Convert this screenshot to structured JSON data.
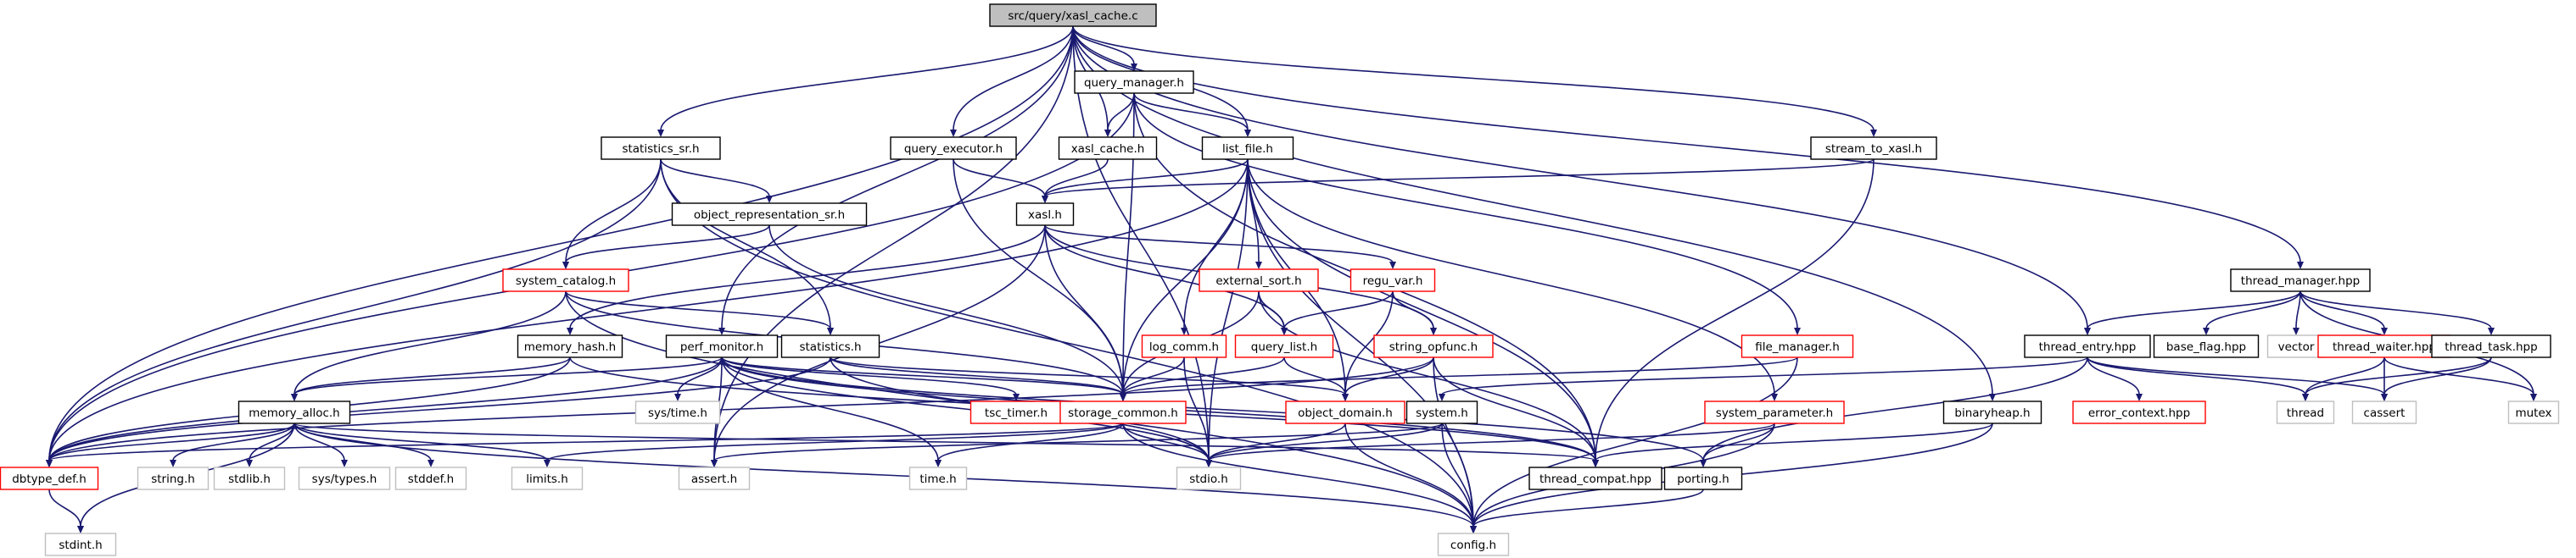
{
  "diagram": {
    "title": "src/query/xasl_cache.c",
    "colors": {
      "edge": "#191970",
      "root_fill": "#bfbfbf",
      "node_fill": "#ffffff",
      "border_default": "#000000",
      "border_incomplete": "#ff0000",
      "border_system": "#bfbfbf",
      "label_system": "#999999"
    },
    "nodes": [
      {
        "id": "xasl_cache_c",
        "label": "src/query/xasl_cache.c",
        "kind": "root"
      },
      {
        "id": "query_manager_h",
        "label": "query_manager.h",
        "kind": "default"
      },
      {
        "id": "statistics_sr_h",
        "label": "statistics_sr.h",
        "kind": "default"
      },
      {
        "id": "query_executor_h",
        "label": "query_executor.h",
        "kind": "default"
      },
      {
        "id": "xasl_cache_h",
        "label": "xasl_cache.h",
        "kind": "default"
      },
      {
        "id": "list_file_h",
        "label": "list_file.h",
        "kind": "default"
      },
      {
        "id": "stream_to_xasl_h",
        "label": "stream_to_xasl.h",
        "kind": "default"
      },
      {
        "id": "object_representation_sr_h",
        "label": "object_representation_sr.h",
        "kind": "default"
      },
      {
        "id": "xasl_h",
        "label": "xasl.h",
        "kind": "default"
      },
      {
        "id": "system_catalog_h",
        "label": "system_catalog.h",
        "kind": "incomplete"
      },
      {
        "id": "external_sort_h",
        "label": "external_sort.h",
        "kind": "incomplete"
      },
      {
        "id": "regu_var_h",
        "label": "regu_var.h",
        "kind": "incomplete"
      },
      {
        "id": "thread_manager_hpp",
        "label": "thread_manager.hpp",
        "kind": "default"
      },
      {
        "id": "memory_hash_h",
        "label": "memory_hash.h",
        "kind": "default"
      },
      {
        "id": "perf_monitor_h",
        "label": "perf_monitor.h",
        "kind": "default"
      },
      {
        "id": "statistics_h",
        "label": "statistics.h",
        "kind": "default"
      },
      {
        "id": "log_comm_h",
        "label": "log_comm.h",
        "kind": "incomplete"
      },
      {
        "id": "query_list_h",
        "label": "query_list.h",
        "kind": "incomplete"
      },
      {
        "id": "string_opfunc_h",
        "label": "string_opfunc.h",
        "kind": "incomplete"
      },
      {
        "id": "file_manager_h",
        "label": "file_manager.h",
        "kind": "incomplete"
      },
      {
        "id": "thread_entry_hpp",
        "label": "thread_entry.hpp",
        "kind": "default"
      },
      {
        "id": "base_flag_hpp",
        "label": "base_flag.hpp",
        "kind": "default"
      },
      {
        "id": "vector",
        "label": "vector",
        "kind": "system"
      },
      {
        "id": "thread_waiter_hpp",
        "label": "thread_waiter.hpp",
        "kind": "incomplete"
      },
      {
        "id": "thread_task_hpp",
        "label": "thread_task.hpp",
        "kind": "default"
      },
      {
        "id": "memory_alloc_h",
        "label": "memory_alloc.h",
        "kind": "default"
      },
      {
        "id": "sys_time_h",
        "label": "sys/time.h",
        "kind": "system"
      },
      {
        "id": "tsc_timer_h",
        "label": "tsc_timer.h",
        "kind": "incomplete"
      },
      {
        "id": "storage_common_h",
        "label": "storage_common.h",
        "kind": "incomplete"
      },
      {
        "id": "object_domain_h",
        "label": "object_domain.h",
        "kind": "incomplete"
      },
      {
        "id": "system_h",
        "label": "system.h",
        "kind": "default"
      },
      {
        "id": "system_parameter_h",
        "label": "system_parameter.h",
        "kind": "incomplete"
      },
      {
        "id": "binaryheap_h",
        "label": "binaryheap.h",
        "kind": "default"
      },
      {
        "id": "error_context_hpp",
        "label": "error_context.hpp",
        "kind": "incomplete"
      },
      {
        "id": "thread",
        "label": "thread",
        "kind": "system"
      },
      {
        "id": "cassert",
        "label": "cassert",
        "kind": "system"
      },
      {
        "id": "mutex",
        "label": "mutex",
        "kind": "system"
      },
      {
        "id": "dbtype_def_h",
        "label": "dbtype_def.h",
        "kind": "incomplete"
      },
      {
        "id": "string_h",
        "label": "string.h",
        "kind": "system"
      },
      {
        "id": "stdlib_h",
        "label": "stdlib.h",
        "kind": "system"
      },
      {
        "id": "sys_types_h",
        "label": "sys/types.h",
        "kind": "system"
      },
      {
        "id": "stddef_h",
        "label": "stddef.h",
        "kind": "system"
      },
      {
        "id": "limits_h",
        "label": "limits.h",
        "kind": "system"
      },
      {
        "id": "assert_h",
        "label": "assert.h",
        "kind": "system"
      },
      {
        "id": "time_h",
        "label": "time.h",
        "kind": "system"
      },
      {
        "id": "stdio_h",
        "label": "stdio.h",
        "kind": "system"
      },
      {
        "id": "thread_compat_hpp",
        "label": "thread_compat.hpp",
        "kind": "default"
      },
      {
        "id": "porting_h",
        "label": "porting.h",
        "kind": "default"
      },
      {
        "id": "stdint_h",
        "label": "stdint.h",
        "kind": "system"
      },
      {
        "id": "config_h",
        "label": "config.h",
        "kind": "system"
      }
    ],
    "edges": [
      [
        "xasl_cache_c",
        "query_manager_h"
      ],
      [
        "xasl_cache_c",
        "statistics_sr_h"
      ],
      [
        "xasl_cache_c",
        "query_executor_h"
      ],
      [
        "xasl_cache_c",
        "xasl_cache_h"
      ],
      [
        "xasl_cache_c",
        "list_file_h"
      ],
      [
        "xasl_cache_c",
        "stream_to_xasl_h"
      ],
      [
        "xasl_cache_c",
        "thread_manager_hpp"
      ],
      [
        "xasl_cache_c",
        "thread_entry_hpp"
      ],
      [
        "xasl_cache_c",
        "binaryheap_h"
      ],
      [
        "xasl_cache_c",
        "perf_monitor_h"
      ],
      [
        "xasl_cache_c",
        "dbtype_def_h"
      ],
      [
        "xasl_cache_c",
        "stdio_h"
      ],
      [
        "xasl_cache_c",
        "assert_h"
      ],
      [
        "query_manager_h",
        "xasl_cache_h"
      ],
      [
        "query_manager_h",
        "list_file_h"
      ],
      [
        "query_manager_h",
        "storage_common_h"
      ],
      [
        "query_manager_h",
        "thread_compat_hpp"
      ],
      [
        "query_manager_h",
        "file_manager_h"
      ],
      [
        "query_manager_h",
        "dbtype_def_h"
      ],
      [
        "statistics_sr_h",
        "object_representation_sr_h"
      ],
      [
        "statistics_sr_h",
        "system_catalog_h"
      ],
      [
        "statistics_sr_h",
        "statistics_h"
      ],
      [
        "statistics_sr_h",
        "dbtype_def_h"
      ],
      [
        "statistics_sr_h",
        "config_h"
      ],
      [
        "query_executor_h",
        "xasl_h"
      ],
      [
        "query_executor_h",
        "storage_common_h"
      ],
      [
        "xasl_cache_h",
        "xasl_h"
      ],
      [
        "list_file_h",
        "xasl_h"
      ],
      [
        "list_file_h",
        "external_sort_h"
      ],
      [
        "list_file_h",
        "log_comm_h"
      ],
      [
        "list_file_h",
        "storage_common_h"
      ],
      [
        "list_file_h",
        "object_domain_h"
      ],
      [
        "list_file_h",
        "thread_compat_hpp"
      ],
      [
        "list_file_h",
        "system_parameter_h"
      ],
      [
        "list_file_h",
        "stdio_h"
      ],
      [
        "list_file_h",
        "config_h"
      ],
      [
        "list_file_h",
        "dbtype_def_h"
      ],
      [
        "stream_to_xasl_h",
        "xasl_h"
      ],
      [
        "stream_to_xasl_h",
        "thread_compat_hpp"
      ],
      [
        "object_representation_sr_h",
        "system_catalog_h"
      ],
      [
        "object_representation_sr_h",
        "storage_common_h"
      ],
      [
        "xasl_h",
        "regu_var_h"
      ],
      [
        "xasl_h",
        "memory_hash_h"
      ],
      [
        "xasl_h",
        "query_list_h"
      ],
      [
        "xasl_h",
        "string_opfunc_h"
      ],
      [
        "xasl_h",
        "storage_common_h"
      ],
      [
        "xasl_h",
        "assert_h"
      ],
      [
        "system_catalog_h",
        "statistics_h"
      ],
      [
        "system_catalog_h",
        "memory_alloc_h"
      ],
      [
        "system_catalog_h",
        "storage_common_h"
      ],
      [
        "system_catalog_h",
        "config_h"
      ],
      [
        "external_sort_h",
        "query_list_h"
      ],
      [
        "external_sort_h",
        "storage_common_h"
      ],
      [
        "external_sort_h",
        "thread_compat_hpp"
      ],
      [
        "regu_var_h",
        "query_list_h"
      ],
      [
        "regu_var_h",
        "string_opfunc_h"
      ],
      [
        "regu_var_h",
        "object_domain_h"
      ],
      [
        "thread_manager_hpp",
        "thread_entry_hpp"
      ],
      [
        "thread_manager_hpp",
        "base_flag_hpp"
      ],
      [
        "thread_manager_hpp",
        "vector"
      ],
      [
        "thread_manager_hpp",
        "thread_waiter_hpp"
      ],
      [
        "thread_manager_hpp",
        "thread_task_hpp"
      ],
      [
        "thread_manager_hpp",
        "mutex"
      ],
      [
        "memory_hash_h",
        "memory_alloc_h"
      ],
      [
        "memory_hash_h",
        "thread_compat_hpp"
      ],
      [
        "memory_hash_h",
        "dbtype_def_h"
      ],
      [
        "perf_monitor_h",
        "memory_alloc_h"
      ],
      [
        "perf_monitor_h",
        "sys_time_h"
      ],
      [
        "perf_monitor_h",
        "tsc_timer_h"
      ],
      [
        "perf_monitor_h",
        "storage_common_h"
      ],
      [
        "perf_monitor_h",
        "thread_compat_hpp"
      ],
      [
        "perf_monitor_h",
        "stdio_h"
      ],
      [
        "perf_monitor_h",
        "time_h"
      ],
      [
        "perf_monitor_h",
        "assert_h"
      ],
      [
        "perf_monitor_h",
        "dbtype_def_h"
      ],
      [
        "perf_monitor_h",
        "porting_h"
      ],
      [
        "statistics_h",
        "storage_common_h"
      ],
      [
        "statistics_h",
        "object_domain_h"
      ],
      [
        "statistics_h",
        "stdio_h"
      ],
      [
        "statistics_h",
        "dbtype_def_h"
      ],
      [
        "log_comm_h",
        "storage_common_h"
      ],
      [
        "log_comm_h",
        "stdio_h"
      ],
      [
        "query_list_h",
        "storage_common_h"
      ],
      [
        "query_list_h",
        "object_domain_h"
      ],
      [
        "string_opfunc_h",
        "object_domain_h"
      ],
      [
        "string_opfunc_h",
        "thread_compat_hpp"
      ],
      [
        "string_opfunc_h",
        "config_h"
      ],
      [
        "string_opfunc_h",
        "dbtype_def_h"
      ],
      [
        "file_manager_h",
        "storage_common_h"
      ],
      [
        "file_manager_h",
        "config_h"
      ],
      [
        "thread_entry_hpp",
        "error_context_hpp"
      ],
      [
        "thread_entry_hpp",
        "system_h"
      ],
      [
        "thread_entry_hpp",
        "porting_h"
      ],
      [
        "thread_entry_hpp",
        "thread"
      ],
      [
        "thread_entry_hpp",
        "cassert"
      ],
      [
        "thread_waiter_hpp",
        "thread"
      ],
      [
        "thread_waiter_hpp",
        "cassert"
      ],
      [
        "thread_waiter_hpp",
        "mutex"
      ],
      [
        "thread_task_hpp",
        "thread"
      ],
      [
        "thread_task_hpp",
        "cassert"
      ],
      [
        "memory_alloc_h",
        "dbtype_def_h"
      ],
      [
        "memory_alloc_h",
        "string_h"
      ],
      [
        "memory_alloc_h",
        "stdlib_h"
      ],
      [
        "memory_alloc_h",
        "sys_types_h"
      ],
      [
        "memory_alloc_h",
        "stddef_h"
      ],
      [
        "memory_alloc_h",
        "limits_h"
      ],
      [
        "memory_alloc_h",
        "stdint_h"
      ],
      [
        "memory_alloc_h",
        "config_h"
      ],
      [
        "memory_alloc_h",
        "thread_compat_hpp"
      ],
      [
        "storage_common_h",
        "dbtype_def_h"
      ],
      [
        "storage_common_h",
        "limits_h"
      ],
      [
        "storage_common_h",
        "time_h"
      ],
      [
        "storage_common_h",
        "stdio_h"
      ],
      [
        "storage_common_h",
        "config_h"
      ],
      [
        "object_domain_h",
        "stdio_h"
      ],
      [
        "object_domain_h",
        "config_h"
      ],
      [
        "system_h",
        "stdio_h"
      ],
      [
        "system_h",
        "config_h"
      ],
      [
        "system_h",
        "assert_h"
      ],
      [
        "system_parameter_h",
        "porting_h"
      ],
      [
        "system_parameter_h",
        "config_h"
      ],
      [
        "system_parameter_h",
        "stdio_h"
      ],
      [
        "binaryheap_h",
        "thread_compat_hpp"
      ],
      [
        "binaryheap_h",
        "config_h"
      ],
      [
        "porting_h",
        "config_h"
      ],
      [
        "dbtype_def_h",
        "stdint_h"
      ]
    ]
  }
}
